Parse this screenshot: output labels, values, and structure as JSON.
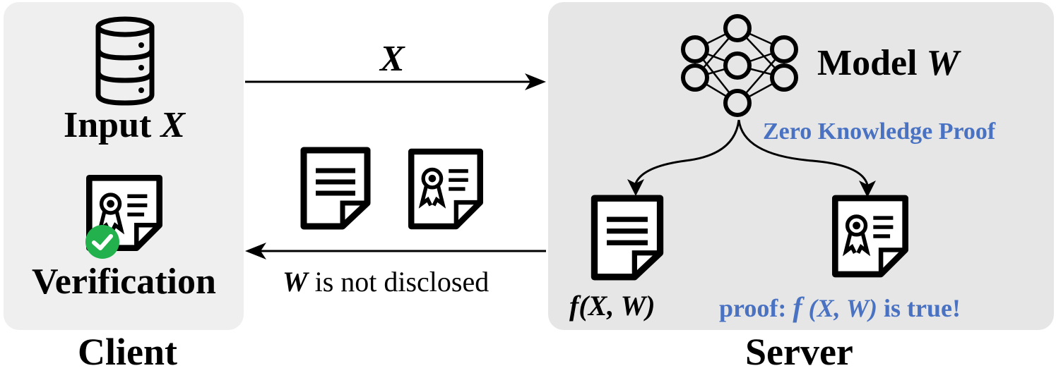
{
  "client": {
    "input_label": "Input",
    "input_var": "X",
    "verification_label": "Verification",
    "title": "Client"
  },
  "server": {
    "model_label": "Model",
    "model_var": "W",
    "zkp_label": "Zero Knowledge Proof",
    "output_fn": "f",
    "output_args": "(X, W)",
    "proof_prefix": "proof:",
    "proof_fn": "f",
    "proof_args": "(X, W)",
    "proof_suffix": "is true!",
    "title": "Server"
  },
  "arrows": {
    "forward_label": "X",
    "back_var": "W",
    "back_label": "is not disclosed"
  },
  "colors": {
    "accent": "#4a72c2",
    "check": "#22b14c",
    "panel": "#efefef"
  },
  "icons": [
    "database-icon",
    "certificate-icon",
    "document-icon",
    "neural-network-icon",
    "checkmark-icon"
  ]
}
